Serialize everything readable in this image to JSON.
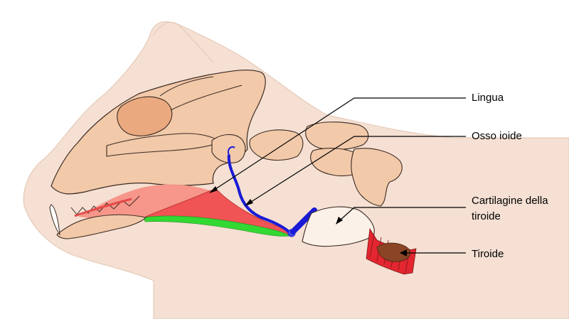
{
  "labels": {
    "lingua": "Lingua",
    "osso_ioide": "Osso ioide",
    "cartilagine_line1": "Cartilagine della",
    "cartilagine_line2": "tiroide",
    "tiroide": "Tiroide"
  },
  "colors": {
    "head_fill": "#f5e0d3",
    "head_stroke": "#e6cbb9",
    "skull_fill": "#f2c9a9",
    "skull_shadow": "#eba97f",
    "tongue": "#f05454",
    "tongue_light": "#f7968a",
    "muscle_green": "#33d933",
    "hyoid_blue": "#1a1ad6",
    "thyroid_red": "#e3262f",
    "thyroid_brown": "#8a4426",
    "cartilage": "#fbf1e8"
  }
}
